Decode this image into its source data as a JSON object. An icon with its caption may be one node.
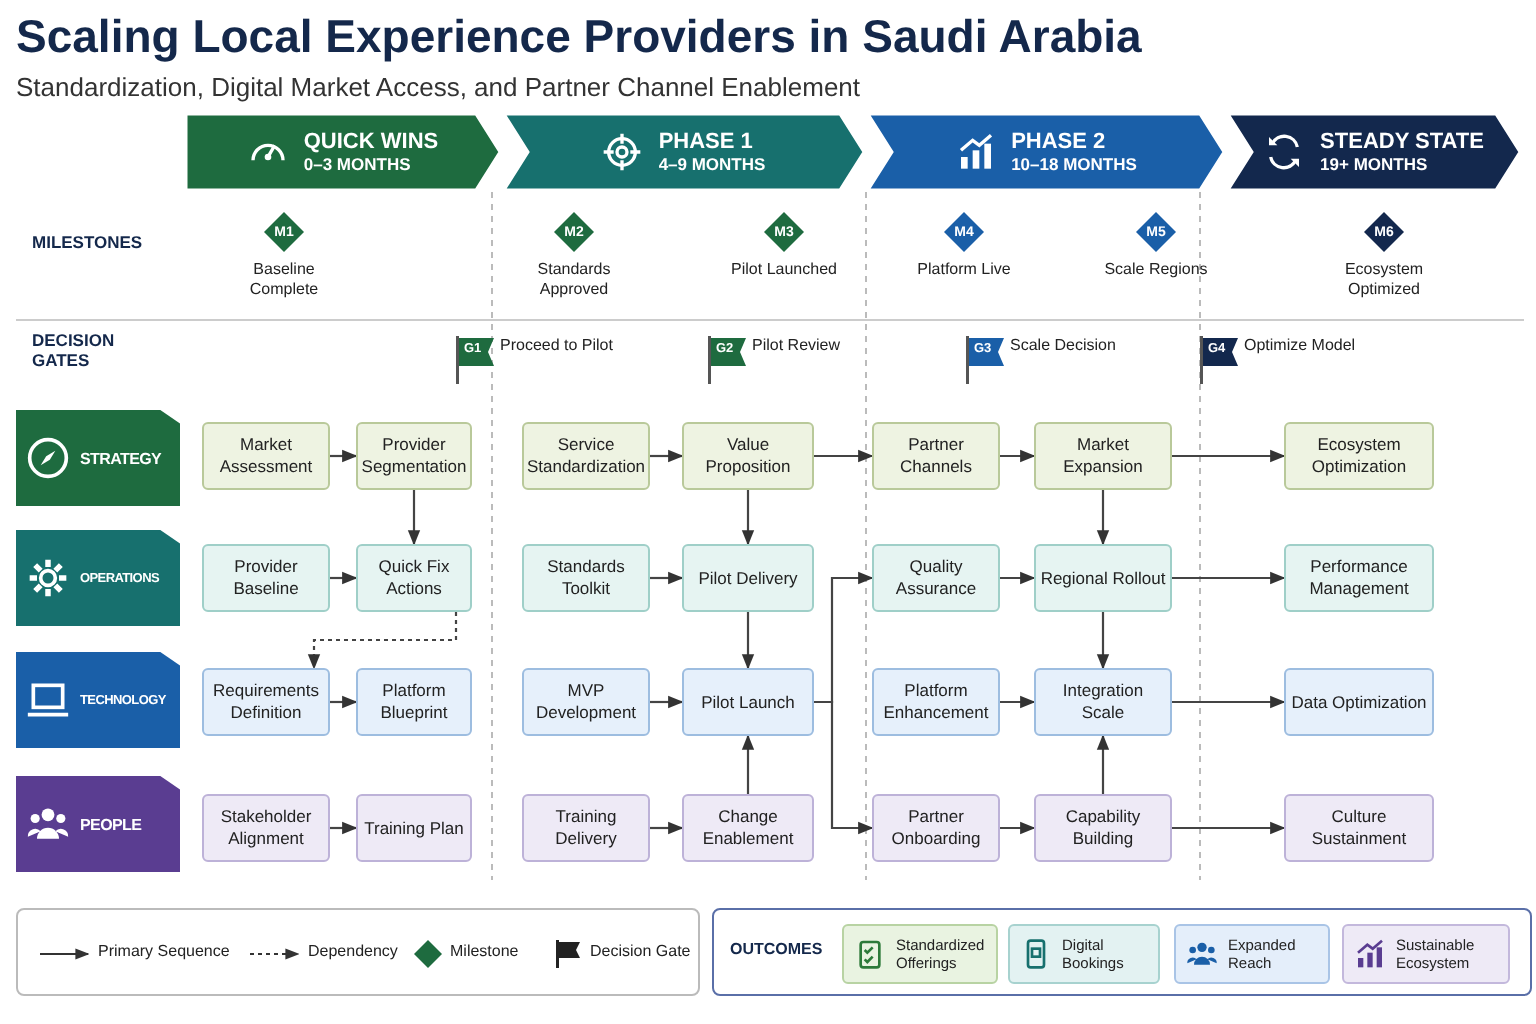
{
  "diagram": {
    "title": "Scaling Local Experience Providers in Saudi Arabia",
    "nodes": [
      {
        "text": [
          "QUICK WINS",
          "0–3 MONTHS"
        ]
      },
      {
        "text": [
          "PHASE 1",
          "4–9 MONTHS"
        ]
      },
      {
        "text": [
          "PHASE 2",
          "10–18 MONTHS"
        ]
      },
      {
        "text": [
          "STEADY STATE",
          "19+ MONTHS"
        ]
      },
      {
        "text": [
          "M1"
        ],
        "beside": [
          "Baseline Complete"
        ]
      },
      {
        "text": [
          "M2"
        ],
        "beside": [
          "Standards Approved"
        ]
      },
      {
        "text": [
          "M3"
        ],
        "beside": [
          "Pilot Launched"
        ]
      },
      {
        "text": [
          "M4"
        ],
        "beside": [
          "Platform Live"
        ]
      },
      {
        "text": [
          "M5"
        ],
        "beside": [
          "Scale Regions"
        ]
      },
      {
        "text": [
          "M6"
        ],
        "beside": [
          "Ecosystem Optimized"
        ]
      },
      {
        "text": [
          "G1"
        ],
        "beside": [
          "Proceed to Pilot"
        ]
      },
      {
        "text": [
          "G2"
        ],
        "beside": [
          "Pilot Review"
        ]
      },
      {
        "text": [
          "G3"
        ],
        "beside": [
          "Scale Decision"
        ]
      },
      {
        "text": [
          "G4"
        ],
        "beside": [
          "Optimize Model"
        ]
      },
      {
        "text": [
          "STRATEGY"
        ]
      },
      {
        "text": [
          "OPERATIONS"
        ]
      },
      {
        "text": [
          "TECHNOLOGY"
        ]
      },
      {
        "text": [
          "PEOPLE"
        ]
      },
      {
        "text": [
          "Market Assessment"
        ]
      },
      {
        "text": [
          "Provider Segmentation"
        ]
      },
      {
        "text": [
          "Service Standardization"
        ]
      },
      {
        "text": [
          "Value Proposition"
        ]
      },
      {
        "text": [
          "Partner Channels"
        ]
      },
      {
        "text": [
          "Market Expansion"
        ]
      },
      {
        "text": [
          "Ecosystem Optimization"
        ]
      },
      {
        "text": [
          "Provider Baseline"
        ]
      },
      {
        "text": [
          "Quick Fix Actions"
        ]
      },
      {
        "text": [
          "Standards Toolkit"
        ]
      },
      {
        "text": [
          "Pilot Delivery"
        ]
      },
      {
        "text": [
          "Quality Assurance"
        ]
      },
      {
        "text": [
          "Regional Rollout"
        ]
      },
      {
        "text": [
          "Performance Management"
        ]
      },
      {
        "text": [
          "Requirements Definition"
        ]
      },
      {
        "text": [
          "Platform Blueprint"
        ]
      },
      {
        "text": [
          "MVP Development"
        ]
      },
      {
        "text": [
          "Pilot Launch"
        ]
      },
      {
        "text": [
          "Platform Enhancement"
        ]
      },
      {
        "text": [
          "Integration Scale"
        ]
      },
      {
        "text": [
          "Data Optimization"
        ]
      },
      {
        "text": [
          "Stakeholder Alignment"
        ]
      },
      {
        "text": [
          "Training Plan"
        ]
      },
      {
        "text": [
          "Training Delivery"
        ]
      },
      {
        "text": [
          "Change Enablement"
        ]
      },
      {
        "text": [
          "Partner Onboarding"
        ]
      },
      {
        "text": [
          "Capability Building"
        ]
      },
      {
        "text": [
          "Culture Sustainment"
        ]
      },
      {
        "text": [
          "OUTCOMES"
        ]
      },
      {
        "text": [
          "Standardized Offerings"
        ],
        "in": 46
      },
      {
        "text": [
          "Digital Bookings"
        ],
        "in": 46
      },
      {
        "text": [
          "Expanded Reach"
        ],
        "in": 46
      },
      {
        "text": [
          "Sustainable Ecosystem"
        ],
        "in": 46
      }
    ],
    "edges": [
      {
        "from": 18,
        "to": 19,
        "arrow": "to"
      },
      {
        "from": 19,
        "to": 26,
        "arrow": "to"
      },
      {
        "from": 20,
        "to": 21,
        "arrow": "to"
      },
      {
        "from": 21,
        "to": 28,
        "arrow": "to"
      },
      {
        "from": 21,
        "to": 22,
        "arrow": "to"
      },
      {
        "from": 22,
        "to": 23,
        "arrow": "to"
      },
      {
        "from": 23,
        "to": 24,
        "arrow": "to"
      },
      {
        "from": 23,
        "to": 30,
        "arrow": "to"
      },
      {
        "from": 25,
        "to": 26,
        "arrow": "to"
      },
      {
        "from": 26,
        "to": 32,
        "arrow": "to",
        "style": "dashed"
      },
      {
        "from": 27,
        "to": 28,
        "arrow": "to"
      },
      {
        "from": 28,
        "to": 35,
        "arrow": "to"
      },
      {
        "from": 29,
        "to": 30,
        "arrow": "to"
      },
      {
        "from": 30,
        "to": 31,
        "arrow": "to"
      },
      {
        "from": 30,
        "to": 37,
        "arrow": "to"
      },
      {
        "from": 35,
        "to": 29,
        "arrow": "to"
      },
      {
        "from": 35,
        "to": 43,
        "arrow": "to"
      },
      {
        "from": 32,
        "to": 33,
        "arrow": "to"
      },
      {
        "from": 34,
        "to": 35,
        "arrow": "to"
      },
      {
        "from": 36,
        "to": 37,
        "arrow": "to"
      },
      {
        "from": 37,
        "to": 38,
        "arrow": "to"
      },
      {
        "from": 39,
        "to": 40,
        "arrow": "to"
      },
      {
        "from": 41,
        "to": 42,
        "arrow": "to"
      },
      {
        "from": 42,
        "to": 35,
        "arrow": "to"
      },
      {
        "from": 43,
        "to": 44,
        "arrow": "to"
      },
      {
        "from": 44,
        "to": 37,
        "arrow": "to"
      },
      {
        "from": 44,
        "to": 45,
        "arrow": "to"
      }
    ],
    "labels": [
      "Standardization, Digital Market Access, and Partner Channel Enablement",
      "MILESTONES",
      "DECISION GATES"
    ],
    "legend": [
      {
        "text": "Primary Sequence"
      },
      {
        "text": "Dependency"
      },
      {
        "text": "Milestone"
      },
      {
        "text": "Decision Gate"
      }
    ]
  }
}
